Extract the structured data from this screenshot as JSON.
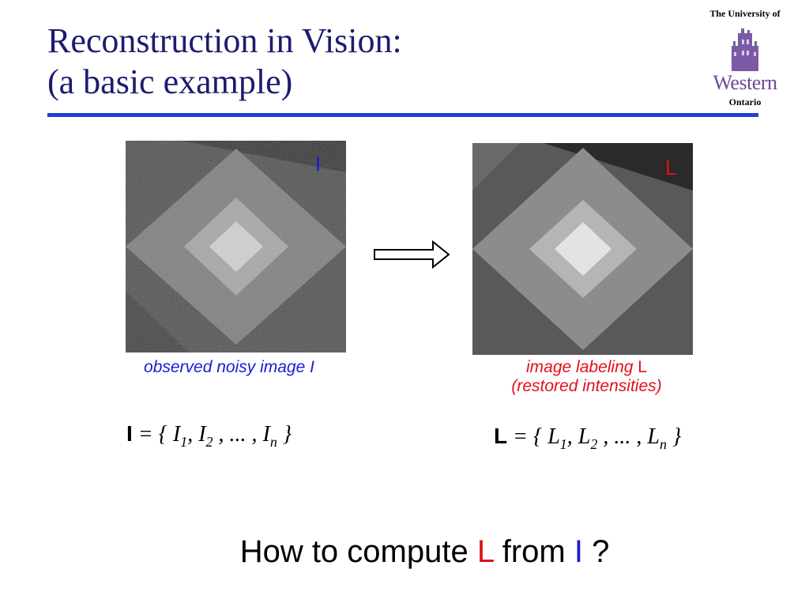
{
  "slide": {
    "title_line1": "Reconstruction in Vision:",
    "title_line2": "(a basic example)"
  },
  "logo": {
    "top_text": "The University of",
    "word": "Western",
    "bottom_text": "Ontario"
  },
  "left_panel": {
    "label": "I",
    "caption": "observed noisy image I",
    "set": {
      "symbol": "I",
      "equals": " = { ",
      "e1": "I",
      "s1": "1",
      "e2": "I",
      "s2": "2",
      "dots": " , ... , ",
      "en": "I",
      "sn": "n",
      "close": " }"
    }
  },
  "right_panel": {
    "label": "L",
    "caption_line1": "image labeling",
    "caption_label": "L",
    "caption_line2": "(restored intensities)",
    "set": {
      "symbol": "L",
      "equals": " = { ",
      "e1": "L",
      "s1": "1",
      "e2": "L",
      "s2": "2",
      "dots": " , ... , ",
      "en": "L",
      "sn": "n",
      "close": " }"
    }
  },
  "question": {
    "before": "How to compute ",
    "l": "L",
    "middle": " from ",
    "i": "I",
    "after": " ?"
  },
  "colors": {
    "title": "#1c1c6e",
    "rule": "#1f3fd6",
    "blue_text": "#1a1ad8",
    "red_text": "#e0101a",
    "logo_purple": "#6b4a96"
  }
}
